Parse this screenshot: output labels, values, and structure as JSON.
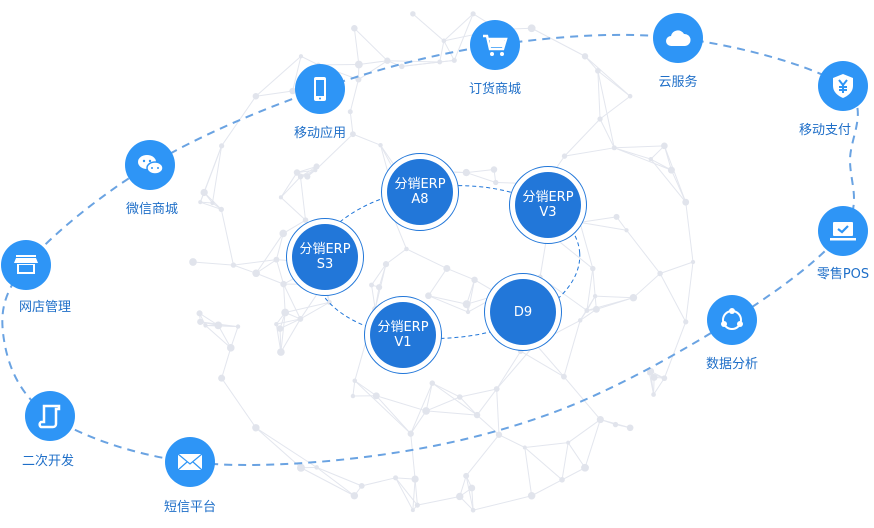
{
  "outer_nodes": [
    {
      "label": "网店管理",
      "icon": "shop-icon"
    },
    {
      "label": "二次开发",
      "icon": "scroll-icon"
    },
    {
      "label": "短信平台",
      "icon": "envelope-icon"
    },
    {
      "label": "微信商城",
      "icon": "wechat-icon"
    },
    {
      "label": "移动应用",
      "icon": "mobile-icon"
    },
    {
      "label": "订货商城",
      "icon": "cart-icon"
    },
    {
      "label": "云服务",
      "icon": "cloud-icon"
    },
    {
      "label": "移动支付",
      "icon": "yen-shield-icon"
    },
    {
      "label": "零售POS",
      "icon": "laptop-check-icon"
    },
    {
      "label": "数据分析",
      "icon": "share-icon"
    }
  ],
  "erp_nodes": [
    {
      "line1": "分销ERP",
      "line2": "A8"
    },
    {
      "line1": "分销ERP",
      "line2": "V3"
    },
    {
      "line1": "分销ERP",
      "line2": "S3"
    },
    {
      "line1": "分销ERP",
      "line2": "V1"
    },
    {
      "line1": "D9",
      "line2": ""
    }
  ],
  "colors": {
    "icon_bg": "#2e95f6",
    "erp_bg": "#2277d9",
    "label": "#1f6fc8",
    "path": "#6aa3e2"
  }
}
